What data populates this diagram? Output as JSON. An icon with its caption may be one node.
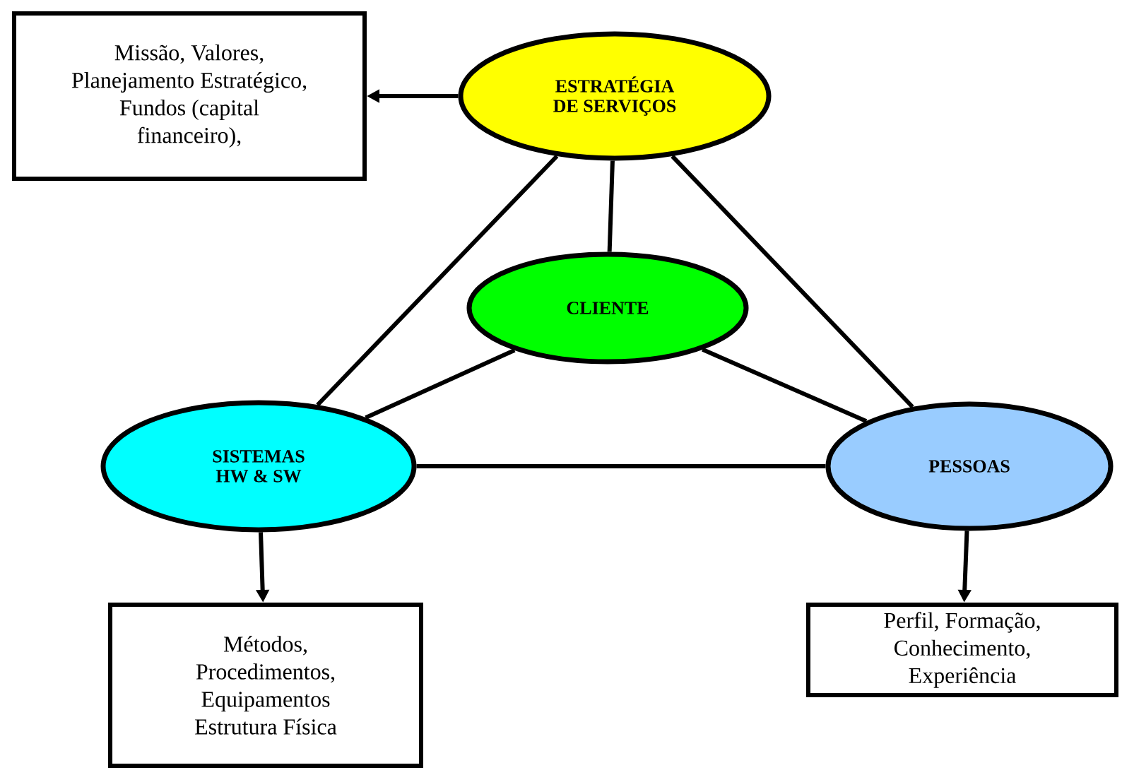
{
  "diagram": {
    "nodes": [
      {
        "text": [
          "Missão, Valores, Planejamento Estratégico, Fundos (capital financeiro),"
        ]
      },
      {
        "text": [
          "ESTRATÉGIA DE SERVIÇOS"
        ]
      },
      {
        "text": [
          "CLIENTE"
        ]
      },
      {
        "text": [
          "SISTEMAS HW & SW"
        ]
      },
      {
        "text": [
          "PESSOAS"
        ]
      },
      {
        "text": [
          "Métodos, Procedimentos, Equipamentos Estrutura Física"
        ]
      },
      {
        "text": [
          "Perfil, Formação, Conhecimento, Experiência"
        ]
      }
    ],
    "edges": [
      {
        "from": 1,
        "to": 0,
        "arrow": "to"
      },
      {
        "from": 1,
        "to": 2,
        "arrow": "none"
      },
      {
        "from": 1,
        "to": 3,
        "arrow": "none"
      },
      {
        "from": 1,
        "to": 4,
        "arrow": "none"
      },
      {
        "from": 2,
        "to": 3,
        "arrow": "none"
      },
      {
        "from": 2,
        "to": 4,
        "arrow": "none"
      },
      {
        "from": 3,
        "to": 4,
        "arrow": "none"
      },
      {
        "from": 3,
        "to": 5,
        "arrow": "to"
      },
      {
        "from": 4,
        "to": 6,
        "arrow": "to"
      }
    ]
  }
}
